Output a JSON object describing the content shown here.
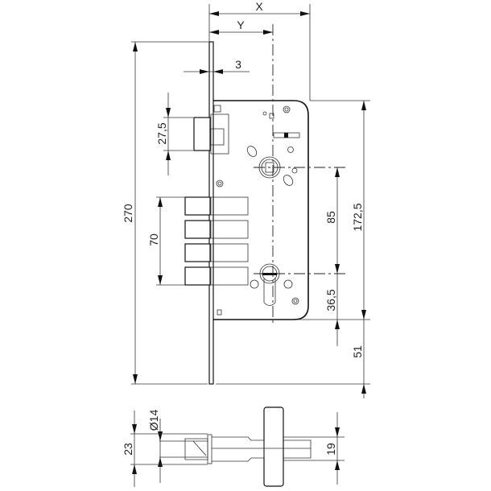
{
  "drawing": {
    "title": "Mortise lock technical drawing",
    "stroke_color": "#1a1a1a",
    "background": "#ffffff"
  },
  "dimensions": {
    "x_label": "X",
    "y_label": "Y",
    "faceplate_thickness": "3",
    "latch_height": "27,5",
    "total_height": "270",
    "bolt_span": "70",
    "case_height": "172,5",
    "handle_to_cylinder": "85",
    "cylinder_to_case_bottom": "36,5",
    "case_bottom_to_faceplate_end": "51",
    "spindle_diameter": "Ø14",
    "cylinder_width": "23",
    "cylinder_body_width": "19"
  }
}
